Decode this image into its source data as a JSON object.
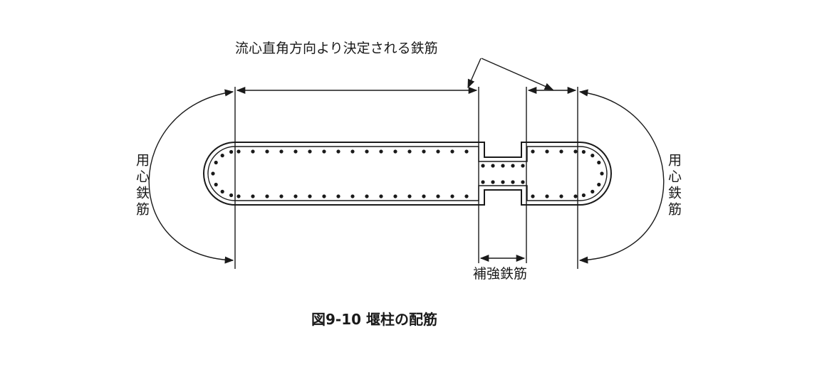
{
  "diagram": {
    "top_label": "流心直角方向より決定される鉄筋",
    "left_label": "用心鉄筋",
    "right_label": "用心鉄筋",
    "bottom_label": "補強鉄筋",
    "caption": "図9-10 堰柱の配筋"
  },
  "colors": {
    "ink": "#1a1a1a",
    "background": "#ffffff"
  }
}
